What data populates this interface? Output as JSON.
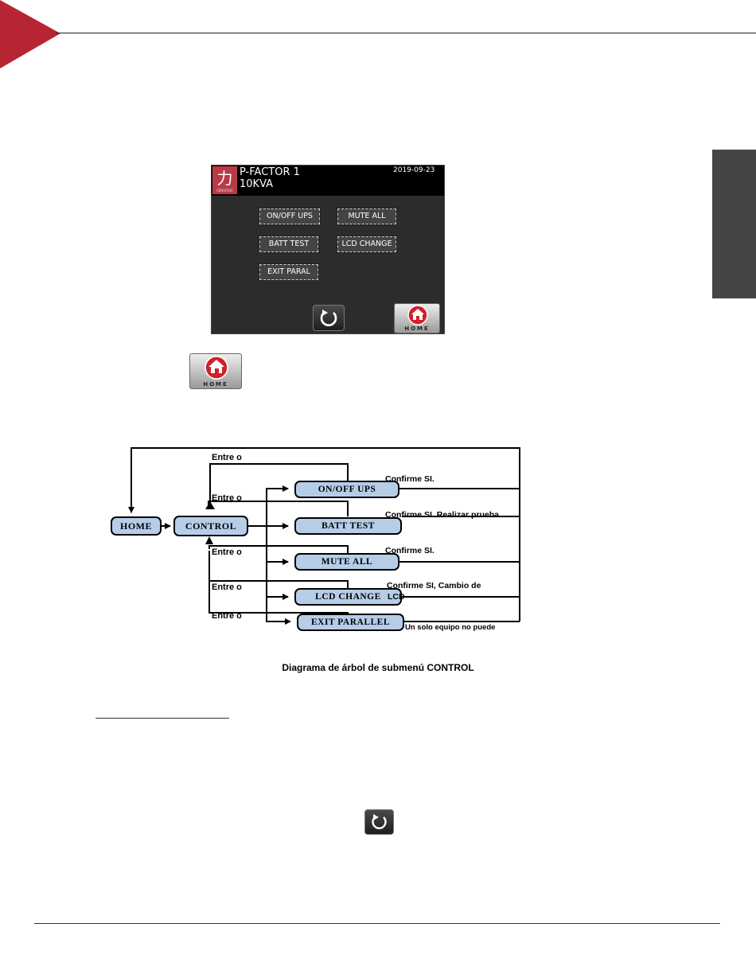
{
  "lcd": {
    "model": "P-FACTOR 1",
    "rating": "10KVA",
    "date": "2019-09-23",
    "logo_glyph": "力",
    "logo_caption": "SENSITIVE",
    "buttons": {
      "on_off": "ON/OFF UPS",
      "mute": "MUTE ALL",
      "batt": "BATT TEST",
      "lcd": "LCD CHANGE",
      "exit": "EXIT PARAL"
    },
    "home_label": "HOME"
  },
  "home_icon": {
    "label": "HOME"
  },
  "diagram": {
    "nodes": {
      "home": "HOME",
      "control": "CONTROL",
      "on_off": "ON/OFF UPS",
      "batt": "BATT TEST",
      "mute": "MUTE ALL",
      "lcd": "LCD CHANGE",
      "exit": "EXIT PARALLEL"
    },
    "entre_label": "Entre o",
    "notes": {
      "on_off": "Confirme SI.",
      "batt": "Confirme SI. Realizar prueba",
      "mute": "Confirme SI.",
      "lcd": "Confirme SI, Cambio de",
      "lcd_inline": "LCD",
      "exit": "Un solo equipo no puede"
    },
    "caption": "Diagrama de árbol de submenú CONTROL"
  },
  "colors": {
    "brand_red": "#b62531",
    "node_fill": "#b6cde8",
    "side_tab": "#454545"
  }
}
